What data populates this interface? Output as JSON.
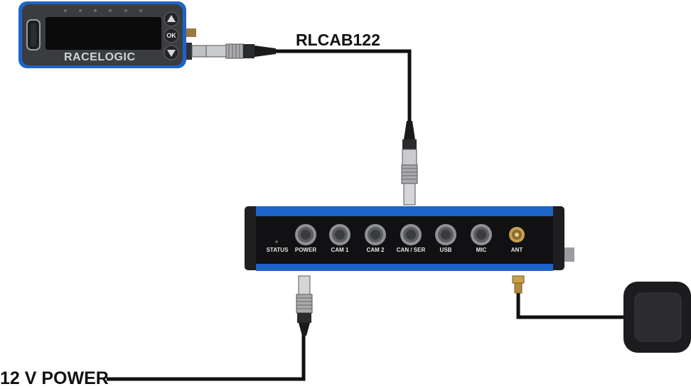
{
  "display_unit": {
    "brand": "RACELOGIC",
    "ok_button": "OK",
    "up_icon": "triangle-up-icon",
    "down_icon": "triangle-down-icon"
  },
  "cable_label": "RLCAB122",
  "power_label": "12 V POWER",
  "main_unit": {
    "status_label": "STATUS",
    "ports": [
      {
        "label": "POWER"
      },
      {
        "label": "CAM 1"
      },
      {
        "label": "CAM 2"
      },
      {
        "label": "CAN / SER"
      },
      {
        "label": "USB"
      },
      {
        "label": "MIC"
      },
      {
        "label": "ANT"
      }
    ]
  },
  "colors": {
    "accent_blue": "#1e64c8",
    "body_dark": "#2b2b2d",
    "cable": "#111111",
    "gold": "#c8a050"
  }
}
